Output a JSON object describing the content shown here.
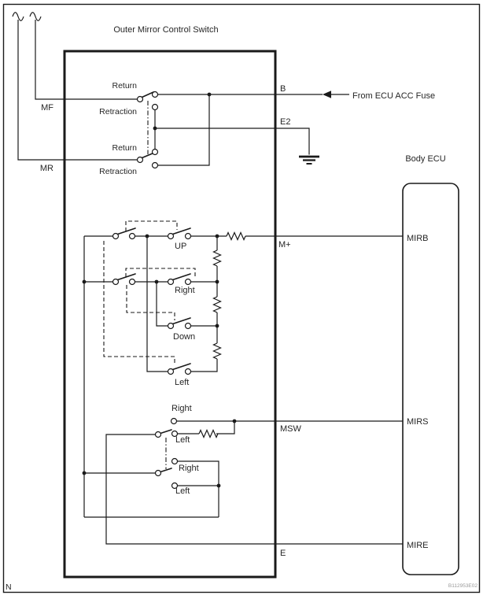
{
  "title": "Outer Mirror Control Switch",
  "page": {
    "corner_label": "N",
    "figure_code": "B112953E02"
  },
  "annotations": {
    "from_ecu_acc_fuse": "From ECU ACC Fuse",
    "body_ecu": "Body ECU"
  },
  "left_inputs": {
    "mf": "MF",
    "mr": "MR"
  },
  "switch_terminals": {
    "b": "B",
    "e2": "E2",
    "m_plus": "M+",
    "msw": "MSW",
    "e": "E"
  },
  "ecu_terminals": {
    "mirb": "MIRB",
    "mirs": "MIRS",
    "mire": "MIRE"
  },
  "retract_switch": {
    "mf_return": "Return",
    "mf_retraction": "Retraction",
    "mr_return": "Return",
    "mr_retraction": "Retraction"
  },
  "adjust_switch": {
    "up": "UP",
    "right": "Right",
    "down": "Down",
    "left": "Left"
  },
  "select_switch": {
    "outer_right": "Right",
    "outer_left": "Left",
    "inner_right": "Right",
    "inner_left": "Left"
  },
  "icons": {
    "ground": "ground-symbol",
    "wire_break": "wire-break-tilde",
    "arrow": "left-arrowhead"
  },
  "colors": {
    "line": "#1a1a1a",
    "text": "#262626",
    "code_text": "#999999",
    "background": "#ffffff"
  }
}
